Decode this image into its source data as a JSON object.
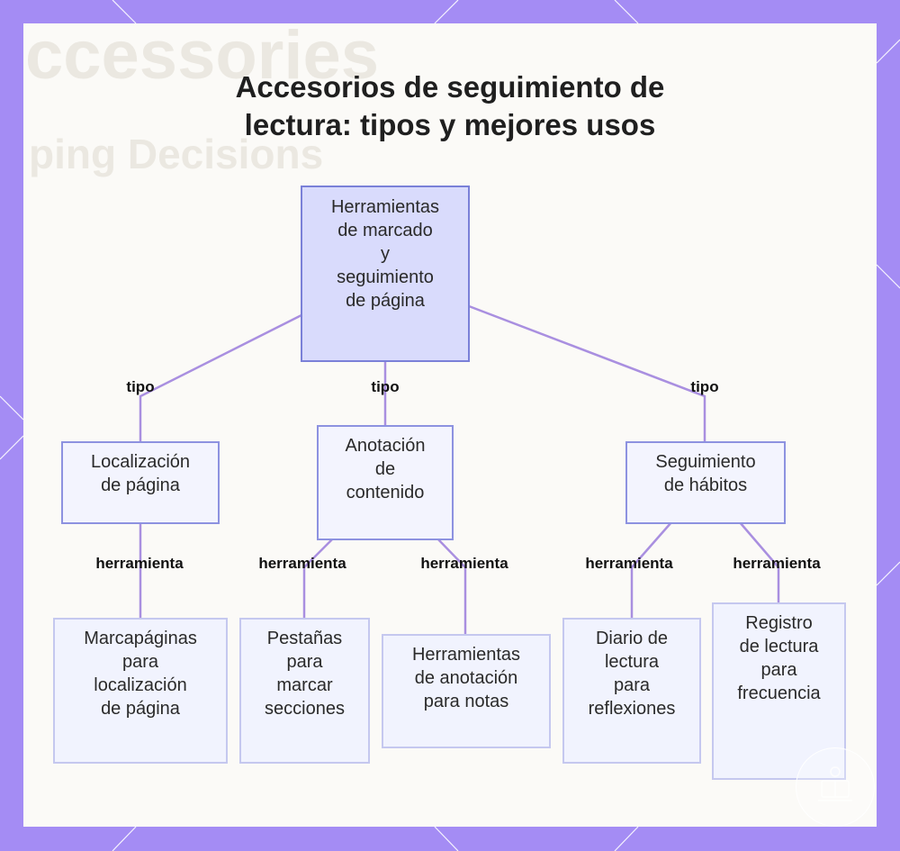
{
  "title": {
    "line1": "Accesorios de seguimiento de",
    "line2": "lectura: tipos y mejores usos"
  },
  "background_text": {
    "line1": "ccessories",
    "line2": "ping Decisions"
  },
  "nodes": {
    "root": [
      "Herramientas",
      "de marcado",
      "y",
      "seguimiento",
      "de página"
    ],
    "localizacion": [
      "Localización",
      "de página"
    ],
    "anotacion": [
      "Anotación",
      "de",
      "contenido"
    ],
    "habitos": [
      "Seguimiento",
      "de hábitos"
    ],
    "marcapaginas": [
      "Marcapáginas",
      "para",
      "localización",
      "de página"
    ],
    "pestanas": [
      "Pestañas",
      "para",
      "marcar",
      "secciones"
    ],
    "herramientas_anotacion": [
      "Herramientas",
      "de anotación",
      "para notas"
    ],
    "diario": [
      "Diario de",
      "lectura",
      "para",
      "reflexiones"
    ],
    "registro": [
      "Registro",
      "de lectura",
      "para",
      "frecuencia"
    ]
  },
  "edge_labels": {
    "tipo_left": "tipo",
    "tipo_center": "tipo",
    "tipo_right": "tipo",
    "herramienta_1": "herramienta",
    "herramienta_2": "herramienta",
    "herramienta_3": "herramienta",
    "herramienta_4": "herramienta",
    "herramienta_5": "herramienta"
  },
  "colors": {
    "frame": "#a48cf4",
    "connector": "#a98fe0",
    "root_fill": "#d9dbfc",
    "root_border": "#7a80d8",
    "node_fill": "#f3f4fe",
    "node_border": "#8d92e0"
  }
}
